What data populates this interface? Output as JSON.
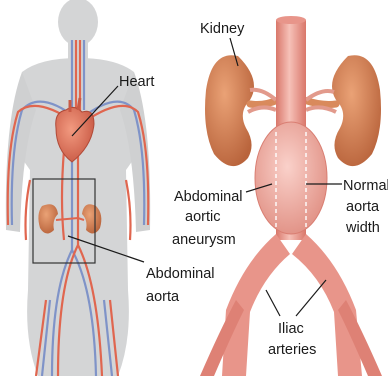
{
  "labels": {
    "heart": "Heart",
    "abdominal_aorta_line1": "Abdominal",
    "abdominal_aorta_line2": "aorta",
    "kidney": "Kidney",
    "aneurysm_line1": "Abdominal",
    "aneurysm_line2": "aortic",
    "aneurysm_line3": "aneurysm",
    "normal_line1": "Normal",
    "normal_line2": "aorta",
    "normal_line3": "width",
    "iliac_line1": "Iliac",
    "iliac_line2": "arteries"
  },
  "colors": {
    "body_silhouette": "#d4d5d6",
    "artery": "#e0664f",
    "vein": "#7f93c8",
    "kidney": "#d98a5c",
    "aorta_tissue": "#f0a99e",
    "aneurysm": "#f4b5ac"
  }
}
